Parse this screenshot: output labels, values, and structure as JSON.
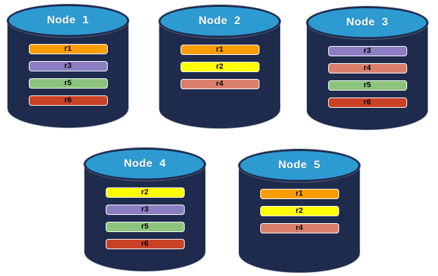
{
  "diagram": {
    "description": "Five database node cylinders showing replica placement",
    "colors": {
      "cylinder_body": "#1F2B4D",
      "cylinder_top": "#2E9AD2",
      "title_text": "#FFFFFF",
      "bar_text": "#000000",
      "bar_border": "#FFFFFF",
      "replica_r1": "#FB9D00",
      "replica_r2": "#FFFF00",
      "replica_r3": "#8C7EC2",
      "replica_r4": "#D97F6B",
      "replica_r5": "#8CC47E",
      "replica_r6": "#C94226"
    },
    "nodes": [
      {
        "label": "Node  1",
        "replicas": [
          {
            "label": "r1",
            "color": "#FB9D00"
          },
          {
            "label": "r3",
            "color": "#8C7EC2"
          },
          {
            "label": "r5",
            "color": "#8CC47E"
          },
          {
            "label": "r6",
            "color": "#C94226"
          }
        ]
      },
      {
        "label": "Node  2",
        "replicas": [
          {
            "label": "r1",
            "color": "#FB9D00"
          },
          {
            "label": "r2",
            "color": "#FFFF00"
          },
          {
            "label": "r4",
            "color": "#D97F6B"
          }
        ]
      },
      {
        "label": "Node  3",
        "replicas": [
          {
            "label": "r3",
            "color": "#8C7EC2"
          },
          {
            "label": "r4",
            "color": "#D97F6B"
          },
          {
            "label": "r5",
            "color": "#8CC47E"
          },
          {
            "label": "r6",
            "color": "#C94226"
          }
        ]
      },
      {
        "label": "Node  4",
        "replicas": [
          {
            "label": "r2",
            "color": "#FFFF00"
          },
          {
            "label": "r3",
            "color": "#8C7EC2"
          },
          {
            "label": "r5",
            "color": "#8CC47E"
          },
          {
            "label": "r6",
            "color": "#C94226"
          }
        ]
      },
      {
        "label": "Node  5",
        "replicas": [
          {
            "label": "r1",
            "color": "#FB9D00"
          },
          {
            "label": "r2",
            "color": "#FFFF00"
          },
          {
            "label": "r4",
            "color": "#D97F6B"
          }
        ]
      }
    ]
  }
}
